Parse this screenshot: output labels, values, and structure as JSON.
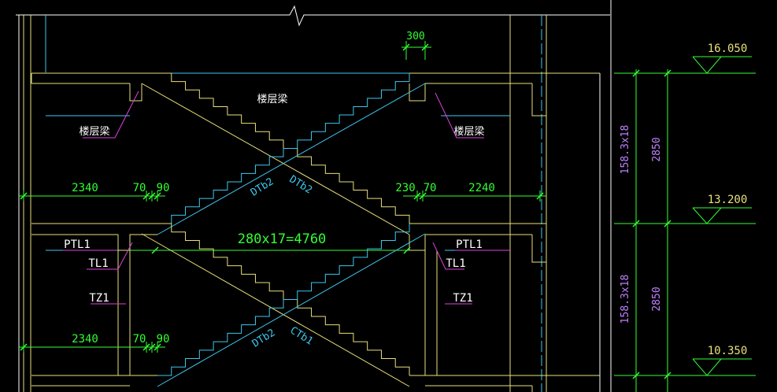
{
  "drawing": {
    "dim_top_tread": "300",
    "label_floor_beam_center": "楼层梁",
    "label_floor_beam_left": "楼层梁",
    "label_floor_beam_right": "楼层梁",
    "dim_left_landing_upper": "2340",
    "dim_left_gap_upper_a": "70",
    "dim_left_gap_upper_b": "90",
    "dim_right_gap_upper_a": "230",
    "dim_right_gap_upper_b": "70",
    "dim_right_landing_upper": "2240",
    "flight_upper_left": "DTb2",
    "flight_upper_right": "DTb2",
    "flight_run_total": "280x17=4760",
    "label_ptl1_left": "PTL1",
    "label_ptl1_right": "PTL1",
    "label_tl1_left": "TL1",
    "label_tl1_right": "TL1",
    "label_tz1_left": "TZ1",
    "label_tz1_right": "TZ1",
    "dim_left_landing_lower": "2340",
    "dim_left_gap_lower_a": "70",
    "dim_left_gap_lower_b": "90",
    "flight_lower_left": "DTb2",
    "flight_lower_right": "CTb1",
    "elev_top": "16.050",
    "elev_mid": "13.200",
    "elev_bottom": "10.350",
    "riser_upper": "158.3x18",
    "riser_lower": "158.3x18",
    "height_upper": "2850",
    "height_lower": "2850"
  },
  "colors": {
    "background": "#000000",
    "white": "#ffffff",
    "yellow": "#e8e07a",
    "cyan": "#3ec8f0",
    "green": "#33ff33",
    "magenta": "#e040e0",
    "violet": "#c080ff"
  }
}
